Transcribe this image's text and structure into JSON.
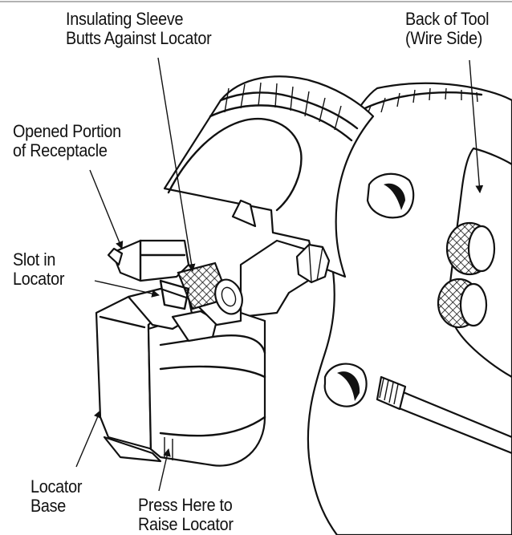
{
  "labels": {
    "insulating_sleeve": [
      "Insulating Sleeve",
      "Butts Against Locator"
    ],
    "back_of_tool": [
      "Back of Tool",
      "(Wire Side)"
    ],
    "opened_portion": [
      "Opened Portion",
      "of Receptacle"
    ],
    "slot_in_locator": [
      "Slot in",
      "Locator"
    ],
    "locator_base": [
      "Locator",
      "Base"
    ],
    "press_here": [
      "Press Here to",
      "Raise Locator"
    ]
  }
}
